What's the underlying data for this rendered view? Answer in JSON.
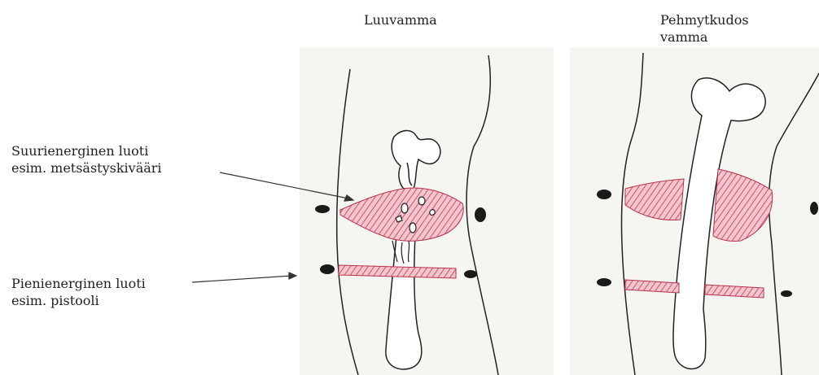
{
  "left_panel": {
    "title": "Luuvamma"
  },
  "right_panel": {
    "title_line1": "Pehmytkudos",
    "title_line2": "vamma"
  },
  "labels": {
    "high_energy_line1": "Suurienerginen luoti",
    "high_energy_line2": "esim. metsästyskivääri",
    "low_energy_line1": "Pienienerginen luoti",
    "low_energy_line2": "esim. pistooli"
  },
  "colors": {
    "wound_fill": "#e9a9b7",
    "wound_hatch": "#c9324f",
    "bullet": "#1a1a1a",
    "ink": "#222222",
    "paper": "#f5f5f2"
  }
}
